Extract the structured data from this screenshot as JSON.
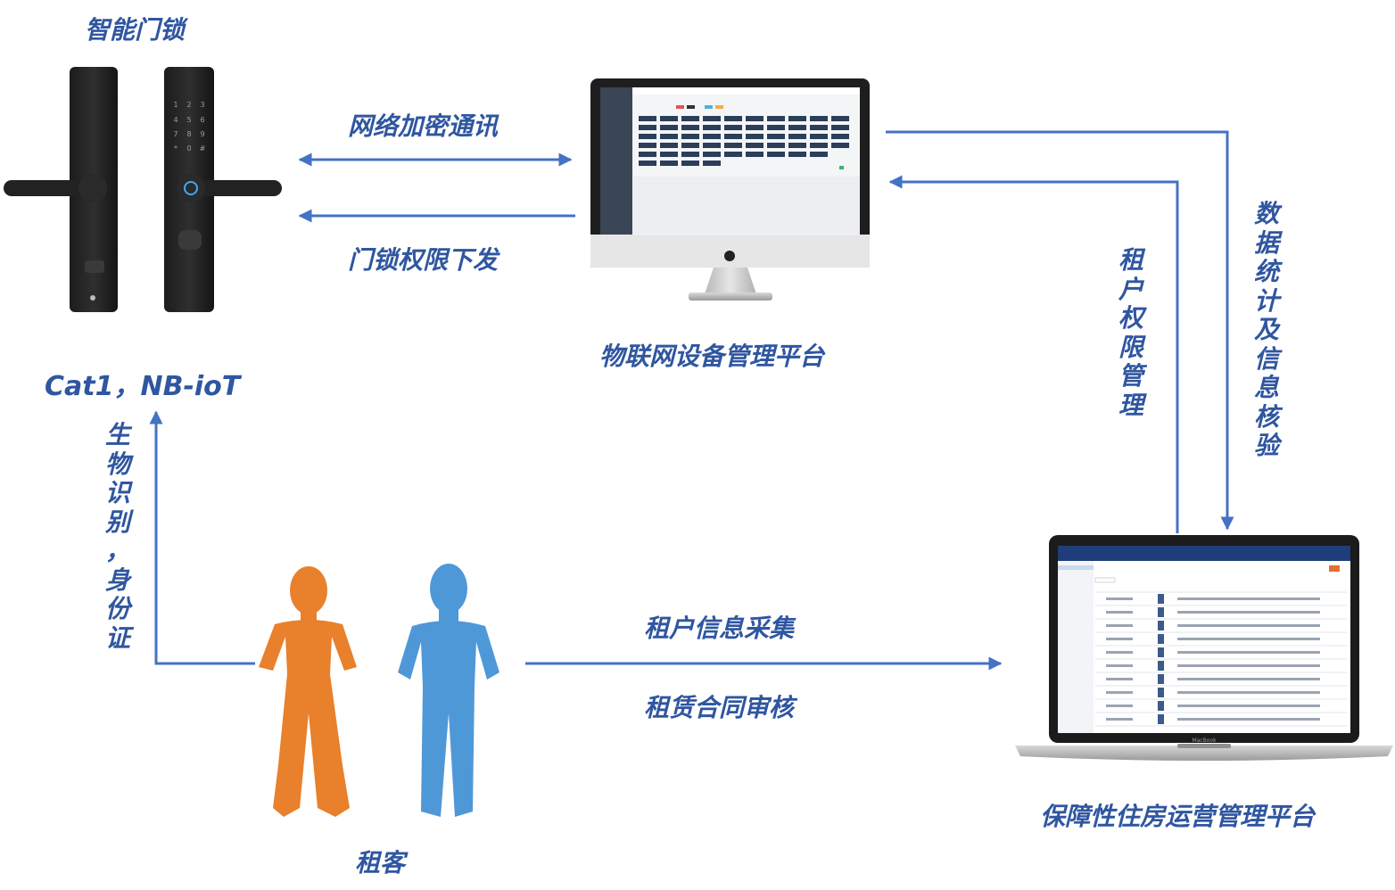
{
  "diagram": {
    "nodes": {
      "smart_lock": {
        "title": "智能门锁",
        "caption": "Cat1，NB-ioT"
      },
      "iot_platform": {
        "title": "物联网设备管理平台"
      },
      "housing_platform": {
        "title": "保障性住房运营管理平台"
      },
      "tenant": {
        "title": "租客"
      }
    },
    "edges": {
      "lock_iot_encrypted": {
        "label": "网络加密通讯"
      },
      "iot_to_lock_permission": {
        "label": "门锁权限下发"
      },
      "housing_to_iot_tenant_perm": {
        "label": "租户权限管理"
      },
      "iot_to_housing_stats": {
        "label": "数据统计及信息核验"
      },
      "tenant_to_lock_bio": {
        "label": "生物识别，身份证"
      },
      "tenant_to_housing_info": {
        "label": "租户信息采集"
      },
      "tenant_to_housing_contract": {
        "label": "租赁合同审核"
      }
    },
    "laptop_brand": "MacBook"
  },
  "colors": {
    "arrow": "#4472c4",
    "label": "#2f56a0",
    "woman": "#e8802c",
    "man": "#4f98d8"
  }
}
